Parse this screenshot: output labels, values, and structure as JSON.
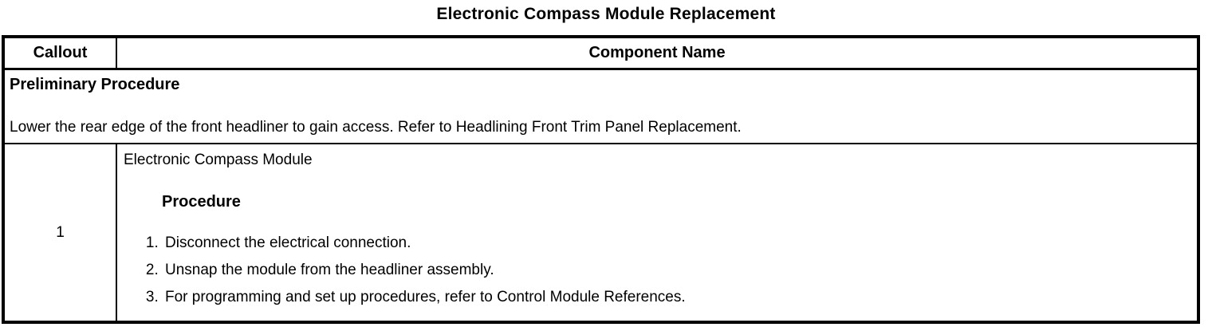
{
  "page": {
    "title": "Electronic Compass Module Replacement"
  },
  "table": {
    "headers": {
      "callout": "Callout",
      "component_name": "Component Name"
    },
    "preliminary": {
      "heading": "Preliminary Procedure",
      "instruction": "Lower the rear edge of the front headliner to gain access. Refer to Headlining Front Trim Panel Replacement."
    },
    "rows": [
      {
        "callout": "1",
        "component_name": "Electronic Compass Module",
        "procedure_heading": "Procedure",
        "steps": [
          "Disconnect the electrical connection.",
          "Unsnap the module from the headliner assembly.",
          "For programming and set up procedures, refer to Control Module References."
        ]
      }
    ]
  },
  "colors": {
    "text": "#000000",
    "background": "#ffffff",
    "border": "#000000"
  }
}
